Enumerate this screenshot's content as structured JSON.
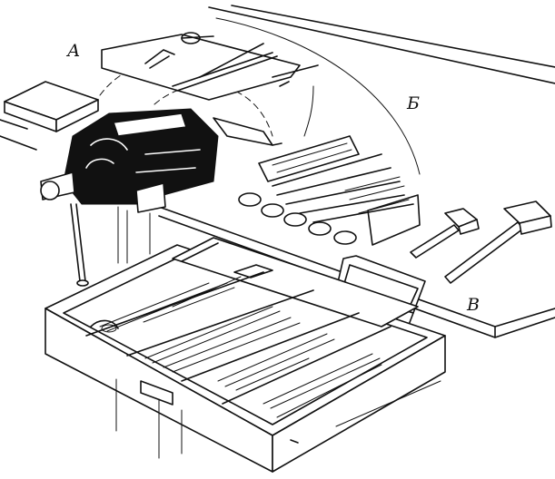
{
  "labels": {
    "zone_a": "А",
    "zone_b": "Б",
    "zone_v": "В"
  },
  "colors": {
    "ink": "#111111",
    "paper": "#ffffff"
  }
}
